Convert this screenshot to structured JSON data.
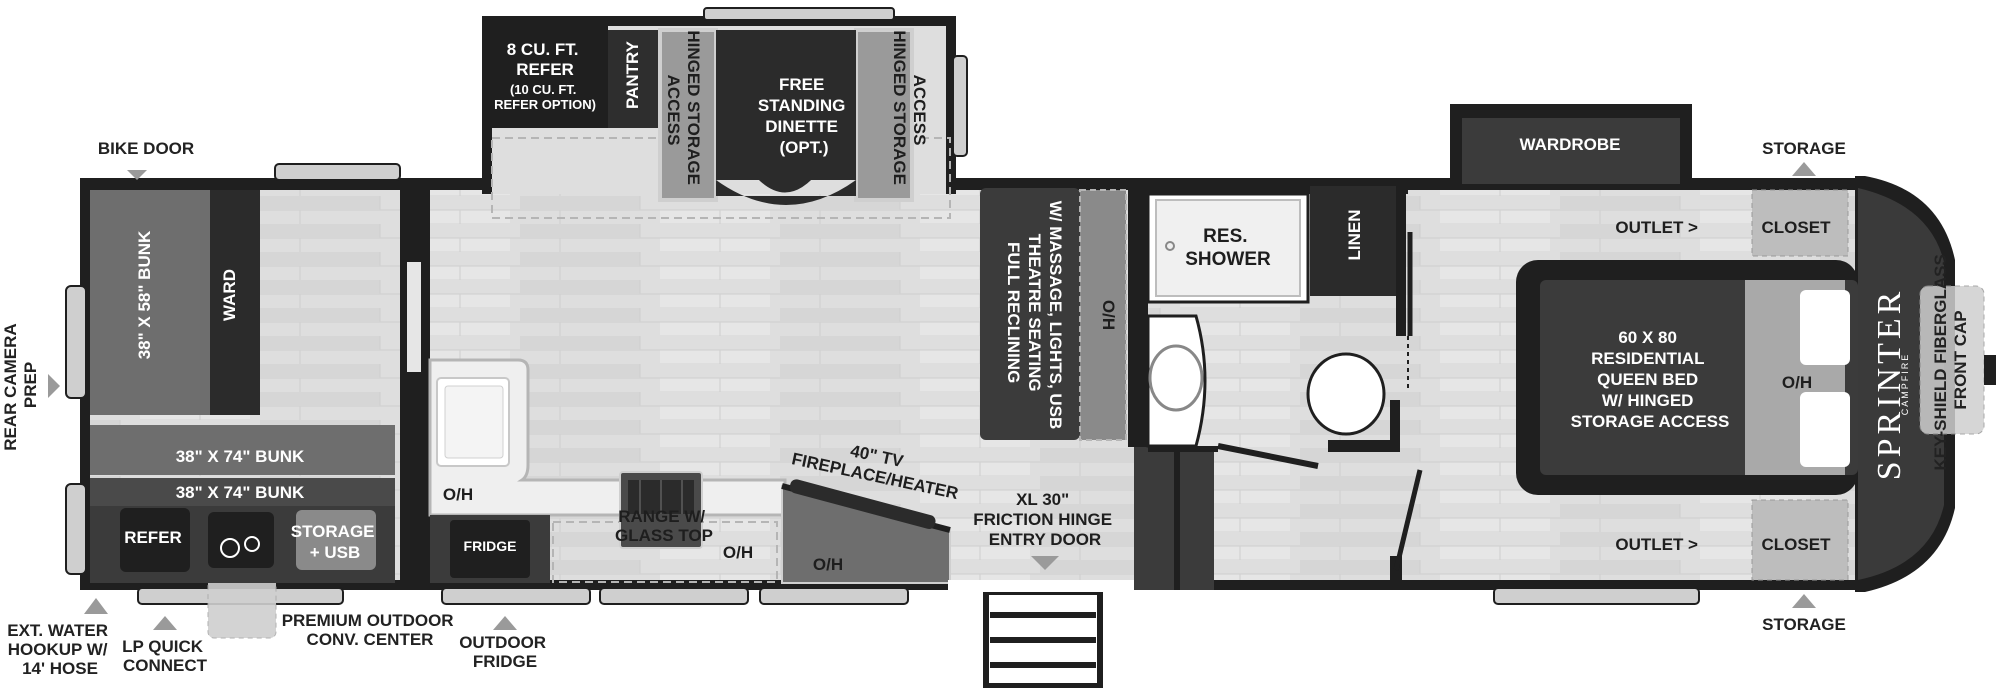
{
  "brand": {
    "name": "SPRINTER",
    "subname": "CAMPFIRE"
  },
  "labels": {
    "refer_top": [
      "8 CU. FT.",
      "REFER"
    ],
    "refer_top_option": [
      "(10 CU. FT.",
      "REFER OPTION)"
    ],
    "pantry": "PANTRY",
    "hinged_storage_left": [
      "HINGED STORAGE",
      "ACCESS"
    ],
    "dinette": [
      "FREE",
      "STANDING",
      "DINETTE",
      "(OPT.)"
    ],
    "hinged_storage_right": [
      "HINGED STORAGE",
      "ACCESS"
    ],
    "wardrobe": "WARDROBE",
    "bunk_58": "38\" X 58\" BUNK",
    "ward": "WARD",
    "bunk_74_upper": "38\" X 74\" BUNK",
    "bunk_74_lower": "38\" X 74\" BUNK",
    "refer_bunk": "REFER",
    "storage_usb": [
      "STORAGE",
      "+ USB"
    ],
    "oh_kitchen": "O/H",
    "fridge": "FRIDGE",
    "range": [
      "RANGE W/",
      "GLASS TOP"
    ],
    "oh_range": "O/H",
    "oh_fireplace": "O/H",
    "tv_fireplace": [
      "40\" TV",
      "FIREPLACE/HEATER"
    ],
    "theatre_seating": [
      "FULL RECLINING",
      "THEATRE SEATING",
      "W/ MASSAGE, LIGHTS, USB"
    ],
    "oh_theatre": "O/H",
    "entry_door": [
      "XL 30\"",
      "FRICTION HINGE",
      "ENTRY DOOR"
    ],
    "shower": [
      "RES.",
      "SHOWER"
    ],
    "linen": "LINEN",
    "outlet_top": "OUTLET >",
    "outlet_bottom": "OUTLET >",
    "closet_top": "CLOSET",
    "closet_bottom": "CLOSET",
    "bed": [
      "60 X 80",
      "RESIDENTIAL",
      "QUEEN BED",
      "W/ HINGED",
      "STORAGE ACCESS"
    ],
    "oh_bed": "O/H"
  },
  "callouts": {
    "bike_door": "BIKE DOOR",
    "storage_top": "STORAGE",
    "storage_bottom": "STORAGE",
    "rear_camera": [
      "REAR CAMERA",
      "PREP"
    ],
    "front_cap": [
      "KEY-SHIELD FIBERGLASS",
      "FRONT CAP"
    ],
    "ext_water": [
      "EXT. WATER",
      "HOOKUP W/",
      "14' HOSE"
    ],
    "lp_quick": [
      "LP QUICK",
      "CONNECT"
    ],
    "outdoor_conv": [
      "PREMIUM OUTDOOR",
      "CONV. CENTER"
    ],
    "outdoor_fridge": [
      "OUTDOOR",
      "FRIDGE"
    ]
  },
  "colors": {
    "wall": "#1f1f1f",
    "floor": "#dcdcdc",
    "dark_fixture": "#3b3b3b",
    "mid_fixture": "#6e6e6e",
    "light_fixture": "#bdbdbd"
  }
}
